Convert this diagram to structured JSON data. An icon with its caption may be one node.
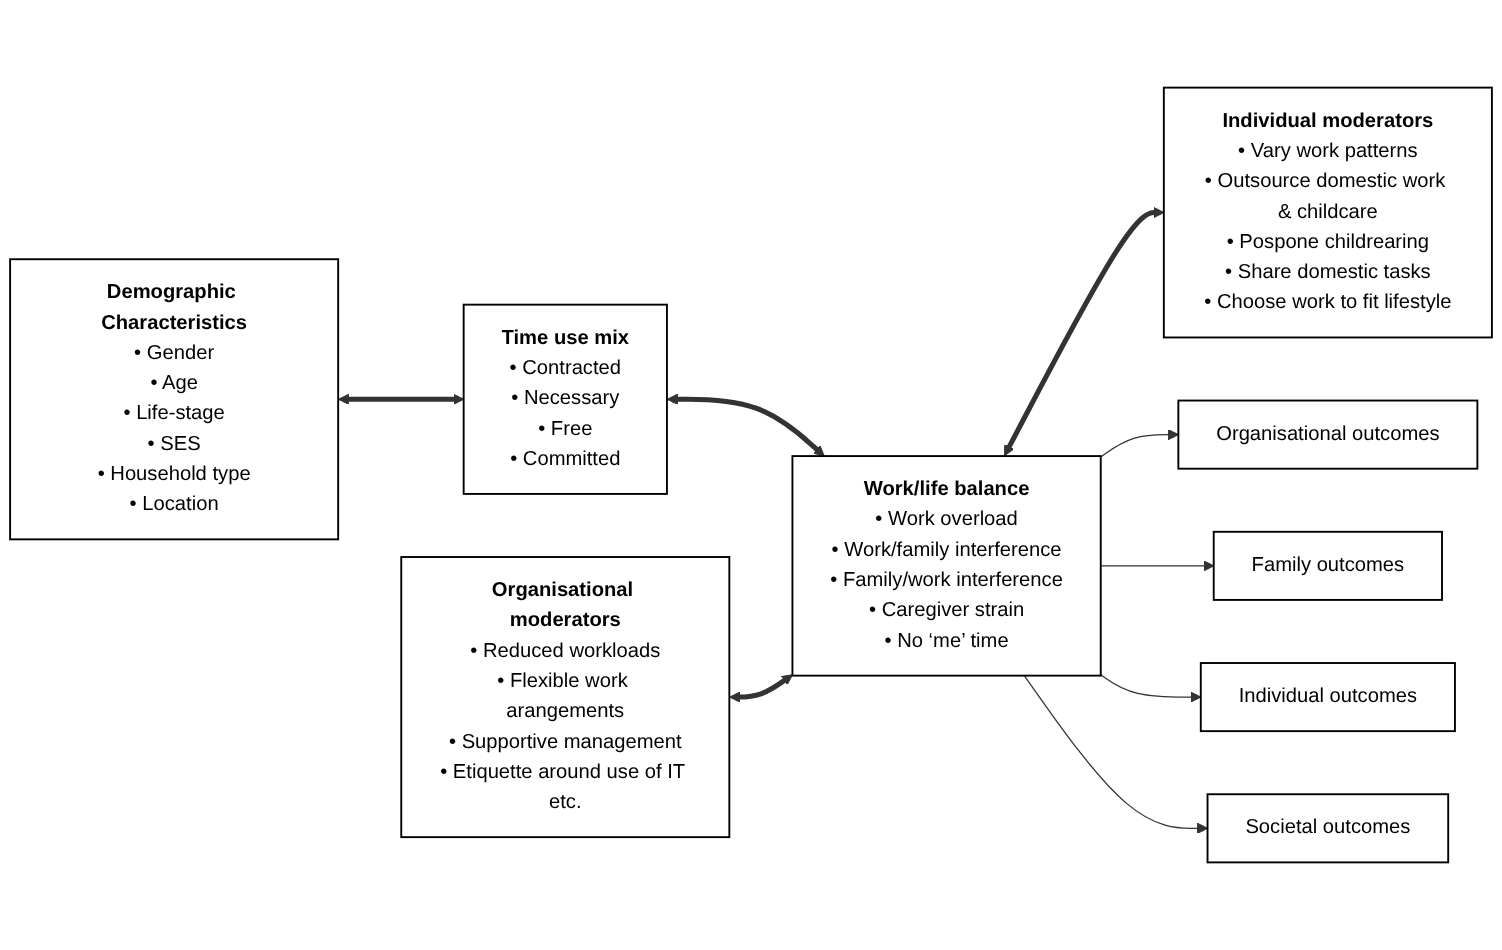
{
  "diagram": {
    "nodes": [
      {
        "text": [
          "Organisational moderators",
          "• Reduced workloads",
          "• Flexible work arangements",
          "• Supportive management",
          "• Etiquette around use of IT etc."
        ]
      },
      {
        "text": [
          "Demographic Characteristics",
          "• Gender",
          "• Age",
          "• Life-stage",
          "• SES",
          "• Household type",
          "• Location"
        ]
      },
      {
        "text": [
          "Time use mix",
          "• Contracted",
          "• Necessary",
          "• Free",
          "• Committed"
        ]
      },
      {
        "text": [
          "Work/life balance",
          "• Work overload",
          "• Work/family interference",
          "• Family/work interference",
          "• Caregiver strain",
          "• No ‘me’ time"
        ]
      },
      {
        "text": [
          "Organisational outcomes"
        ]
      },
      {
        "text": [
          "Family outcomes"
        ]
      },
      {
        "text": [
          "Individual outcomes"
        ]
      },
      {
        "text": [
          "Societal outcomes"
        ]
      },
      {
        "text": [
          "Individual moderators",
          "• Vary work patterns",
          "• Outsource domestic work & childcare",
          "• Pospone childrearing",
          "• Share domestic tasks",
          "• Choose work to fit lifestyle"
        ]
      }
    ],
    "edges": [
      {
        "from": 1,
        "to": 2,
        "arrow": "both",
        "style": "thick"
      },
      {
        "from": 2,
        "to": 3,
        "arrow": "both",
        "style": "thick"
      },
      {
        "from": 0,
        "to": 3,
        "arrow": "both",
        "style": "thick"
      },
      {
        "from": 3,
        "to": 8,
        "arrow": "both",
        "style": "thick"
      },
      {
        "from": 3,
        "to": 4,
        "arrow": "to"
      },
      {
        "from": 3,
        "to": 5,
        "arrow": "to"
      },
      {
        "from": 3,
        "to": 6,
        "arrow": "to"
      },
      {
        "from": 3,
        "to": 7,
        "arrow": "to"
      }
    ]
  }
}
